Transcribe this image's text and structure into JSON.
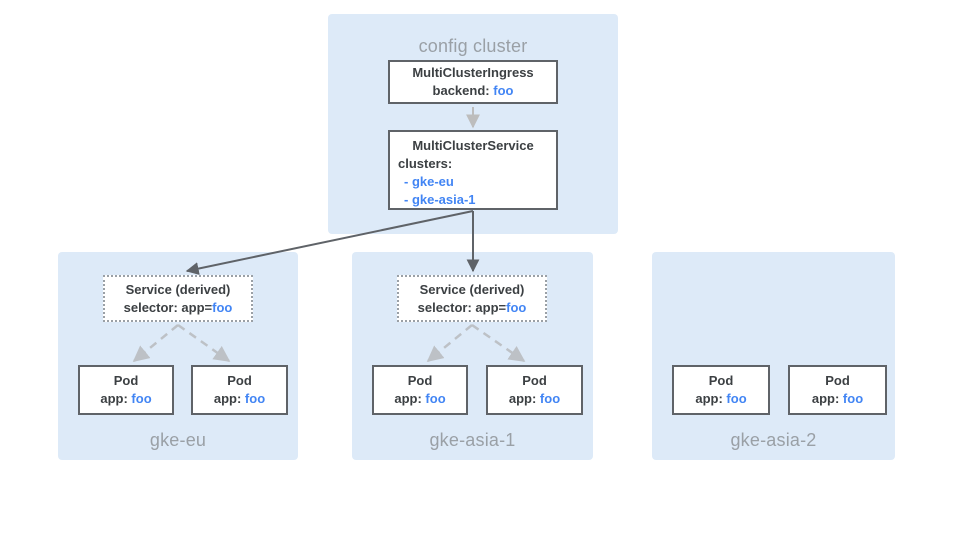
{
  "colors": {
    "cluster_background": "#DDEAF8",
    "node_border": "#5F6368",
    "node_text": "#3C4043",
    "accent_blue": "#4285F4",
    "muted_label": "#9AA0A6",
    "light_arrow": "#BDBDBD",
    "dashed_arrow": "#BDC1C6",
    "dark_arrow": "#5F6368"
  },
  "config_cluster": {
    "title": "config cluster",
    "mci": {
      "title": "MultiClusterIngress",
      "backend_label": "backend:",
      "backend_value": "foo"
    },
    "mcs": {
      "title": "MultiClusterService",
      "clusters_label": "clusters:",
      "items": [
        "- gke-eu",
        "- gke-asia-1"
      ]
    }
  },
  "clusters": [
    {
      "name": "gke-eu",
      "service": {
        "title": "Service (derived)",
        "selector_label": "selector: app=",
        "selector_value": "foo"
      },
      "pods": [
        {
          "title": "Pod",
          "app_label": "app:",
          "app_value": "foo"
        },
        {
          "title": "Pod",
          "app_label": "app:",
          "app_value": "foo"
        }
      ]
    },
    {
      "name": "gke-asia-1",
      "service": {
        "title": "Service (derived)",
        "selector_label": "selector: app=",
        "selector_value": "foo"
      },
      "pods": [
        {
          "title": "Pod",
          "app_label": "app:",
          "app_value": "foo"
        },
        {
          "title": "Pod",
          "app_label": "app:",
          "app_value": "foo"
        }
      ]
    },
    {
      "name": "gke-asia-2",
      "pods": [
        {
          "title": "Pod",
          "app_label": "app:",
          "app_value": "foo"
        },
        {
          "title": "Pod",
          "app_label": "app:",
          "app_value": "foo"
        }
      ]
    }
  ]
}
